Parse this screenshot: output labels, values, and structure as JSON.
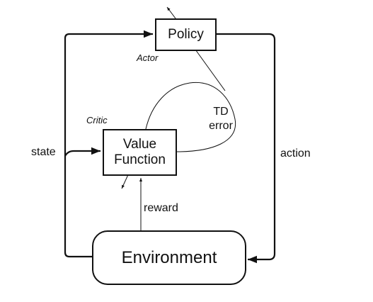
{
  "nodes": {
    "policy": "Policy",
    "value_function_line1": "Value",
    "value_function_line2": "Function",
    "environment": "Environment"
  },
  "annotations": {
    "actor": "Actor",
    "critic": "Critic",
    "td_line1": "TD",
    "td_line2": "error"
  },
  "edges": {
    "state": "state",
    "action": "action",
    "reward": "reward"
  },
  "colors": {
    "line": "#111111",
    "background": "#ffffff"
  }
}
